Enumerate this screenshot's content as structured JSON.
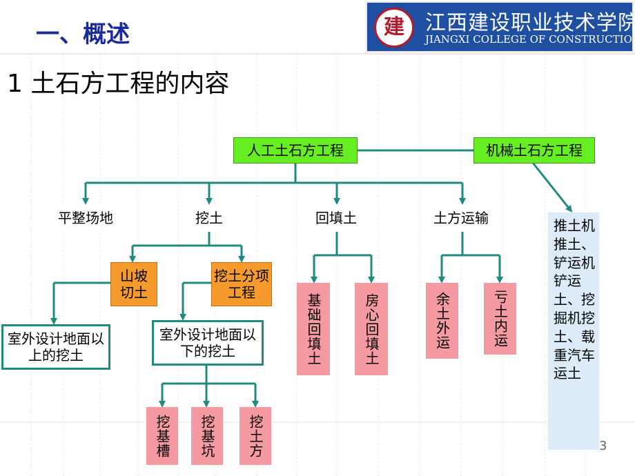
{
  "header": {
    "title": "一、概述",
    "subtitle": "1 土石方工程的内容",
    "logo_cn": "江西建设职业技术学院",
    "logo_en": "JIANGXI COLLEGE OF CONSTRUCTION"
  },
  "diagram": {
    "manual": "人工土石方工程",
    "mechanical": "机械土石方工程",
    "leveling": "平整场地",
    "excavation": "挖土",
    "backfill": "回填土",
    "transport": "土方运输",
    "slope_cut": "山坡切土",
    "excavation_split": "挖土分项工程",
    "above_ground": "室外设计地面以上的挖土",
    "below_ground": "室外设计地面以下的挖土",
    "trench": "挖基槽",
    "pit": "挖基坑",
    "earthwork": "挖土方",
    "foundation_backfill": "基础回填土",
    "room_backfill": "房心回填土",
    "surplus": "余土外运",
    "deficit": "亏土内运",
    "machinery": "推土机推土、铲运机铲运土、挖掘机挖土、载重汽车运土"
  },
  "footer": {
    "page_number": "3"
  },
  "colors": {
    "title": "#1a2a9e",
    "connector": "#1f8a7e",
    "green": "#66ee22",
    "orange": "#f59b2e",
    "pink": "#f59aa0",
    "light_blue": "#dcebf7",
    "logo_bg": "#1f4fa0"
  }
}
